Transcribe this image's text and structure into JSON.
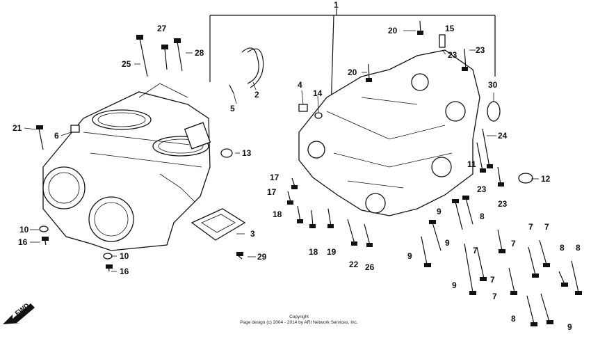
{
  "diagram": {
    "callouts": {
      "c1": "1",
      "c2": "2",
      "c3": "3",
      "c4": "4",
      "c5": "5",
      "c6": "6",
      "c7a": "7",
      "c7b": "7",
      "c7c": "7",
      "c7d": "7",
      "c7e": "7",
      "c7f": "7",
      "c8a": "8",
      "c8b": "8",
      "c8c": "8",
      "c8d": "8",
      "c9a": "9",
      "c9b": "9",
      "c9c": "9",
      "c9d": "9",
      "c9e": "9",
      "c10a": "10",
      "c10b": "10",
      "c11": "11",
      "c12": "12",
      "c13": "13",
      "c14": "14",
      "c15": "15",
      "c16a": "16",
      "c16b": "16",
      "c17a": "17",
      "c17b": "17",
      "c18a": "18",
      "c18b": "18",
      "c19": "19",
      "c20a": "20",
      "c20b": "20",
      "c21": "21",
      "c22": "22",
      "c23a": "23",
      "c23b": "23",
      "c23c": "23",
      "c23d": "23",
      "c24": "24",
      "c25": "25",
      "c26": "26",
      "c27": "27",
      "c28": "28",
      "c29": "29",
      "c30": "30"
    },
    "direction_label": "FWD",
    "copyright_line1": "Copyright",
    "copyright_line2": "Page design (c) 2004 - 2014 by ARI Network Services, Inc."
  }
}
